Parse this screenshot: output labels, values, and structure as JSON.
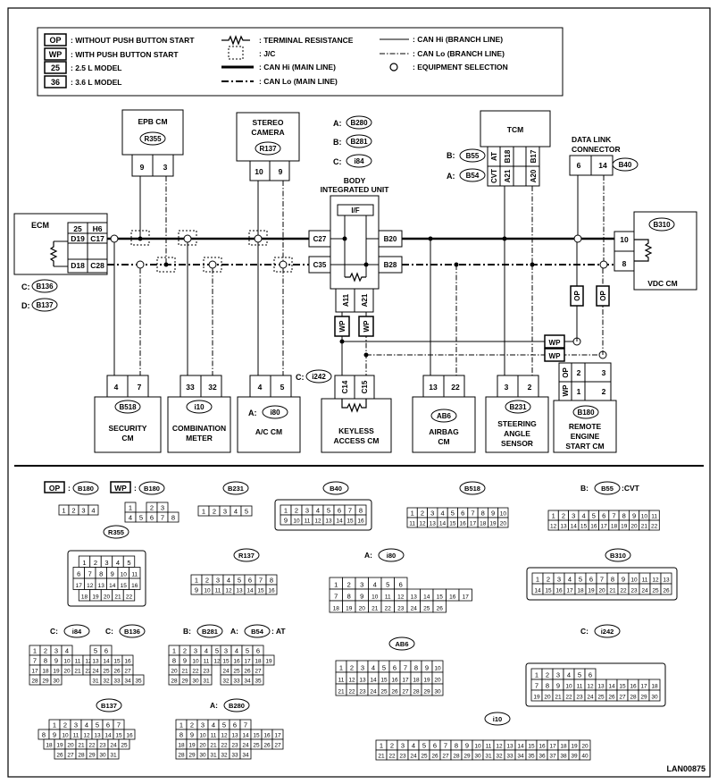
{
  "legend": {
    "op": {
      "tag": "OP",
      "text": ": WITHOUT PUSH BUTTON START"
    },
    "wp": {
      "tag": "WP",
      "text": ": WITH PUSH BUTTON START"
    },
    "l25": {
      "tag": "25",
      "text": ": 2.5 L MODEL"
    },
    "l36": {
      "tag": "36",
      "text": ": 3.6 L MODEL"
    },
    "terminal_resistance": ": TERMINAL RESISTANCE",
    "jc": ": J/C",
    "can_hi_main": ": CAN Hi (MAIN LINE)",
    "can_lo_main": ": CAN Lo (MAIN LINE)",
    "can_hi_branch": ": CAN Hi (BRANCH LINE)",
    "can_lo_branch": ": CAN Lo (BRANCH LINE)",
    "equipment_selection": ": EQUIPMENT SELECTION"
  },
  "units": {
    "ecm": {
      "name": "ECM",
      "conn_c": "B136",
      "conn_d": "B137",
      "pre_c": "C:",
      "pre_d": "D:",
      "t25": "25",
      "t36": "H6",
      "pins": [
        "D19",
        "C17",
        "D18",
        "C28"
      ]
    },
    "epb": {
      "name": "EPB CM",
      "conn": "R355",
      "pins": [
        "9",
        "3"
      ]
    },
    "stereo": {
      "name1": "STEREO",
      "name2": "CAMERA",
      "conn": "R137",
      "pins": [
        "10",
        "9"
      ]
    },
    "bcm": {
      "title1": "BODY",
      "title2": "INTEGRATED UNIT",
      "conns": [
        {
          "pre": "A:",
          "id": "B280"
        },
        {
          "pre": "B:",
          "id": "B281"
        },
        {
          "pre": "C:",
          "id": "i84"
        }
      ],
      "if_label": "I/F",
      "pins_left": [
        "C27",
        "C35"
      ],
      "pins_right": [
        "B20",
        "B28"
      ],
      "pins_bottom": [
        "A11",
        "A21"
      ]
    },
    "tcm": {
      "name": "TCM",
      "conn_b": "B55",
      "conn_a": "B54",
      "pre_b": "B:",
      "pre_a": "A:",
      "pins": [
        "AT",
        "CVT",
        "A21",
        "B18",
        "A20",
        "B17"
      ]
    },
    "dlc": {
      "name1": "DATA LINK",
      "name2": "CONNECTOR",
      "conn": "B40",
      "pins": [
        "6",
        "14"
      ]
    },
    "vdc": {
      "name": "VDC CM",
      "conn": "B310",
      "pins": [
        "10",
        "8"
      ]
    },
    "security": {
      "name1": "SECURITY",
      "name2": "CM",
      "conn": "B518",
      "pins": [
        "4",
        "7"
      ]
    },
    "combo": {
      "name1": "COMBINATION",
      "name2": "METER",
      "conn": "i10",
      "pins": [
        "33",
        "32"
      ]
    },
    "ac": {
      "name": "A/C CM",
      "pre": "A:",
      "conn": "i80",
      "pins": [
        "4",
        "5"
      ]
    },
    "keyless": {
      "name1": "KEYLESS",
      "name2": "ACCESS CM",
      "pre": "C:",
      "conn": "i242",
      "pins": [
        "C14",
        "C15"
      ]
    },
    "airbag": {
      "name1": "AIRBAG",
      "name2": "CM",
      "conn": "AB6",
      "pins": [
        "13",
        "22"
      ]
    },
    "steering": {
      "name1": "STEERING",
      "name2": "ANGLE",
      "name3": "SENSOR",
      "conn": "B231",
      "pins": [
        "3",
        "2"
      ]
    },
    "remote": {
      "name1": "REMOTE",
      "name2": "ENGINE",
      "name3": "START CM",
      "conn": "B180",
      "pins": [
        "OP",
        "WP",
        "2",
        "3",
        "1",
        "2"
      ]
    }
  },
  "tags": {
    "op": "OP",
    "wp": "WP"
  },
  "connectors": {
    "b180op": {
      "tag": "OP",
      "pre": ":",
      "id": "B180",
      "rows": [
        [
          "1",
          "2",
          "3",
          "4"
        ]
      ]
    },
    "b180wp": {
      "tag": "WP",
      "pre": ":",
      "id": "B180",
      "rows": [
        [
          "1",
          "",
          "2",
          "3"
        ],
        [
          "4",
          "5",
          "6",
          "7",
          "8"
        ]
      ]
    },
    "b231": {
      "id": "B231",
      "rows": [
        [
          "1",
          "2",
          "3",
          "4",
          "5"
        ]
      ]
    },
    "b40": {
      "id": "B40",
      "rows": [
        [
          "1",
          "2",
          "3",
          "4",
          "5",
          "6",
          "7",
          "8"
        ],
        [
          "9",
          "10",
          "11",
          "12",
          "13",
          "14",
          "15",
          "16"
        ]
      ]
    },
    "b518": {
      "id": "B518",
      "rows": [
        [
          "1",
          "2",
          "3",
          "4",
          "5",
          "6",
          "7",
          "8",
          "9",
          "10"
        ],
        [
          "11",
          "12",
          "13",
          "14",
          "15",
          "16",
          "17",
          "18",
          "19",
          "20"
        ]
      ]
    },
    "b55": {
      "pre": "B:",
      "id": "B55",
      "post": ":CVT",
      "rows": [
        [
          "1",
          "2",
          "3",
          "4",
          "5",
          "6",
          "7",
          "8",
          "9",
          "10",
          "11"
        ],
        [
          "12",
          "13",
          "14",
          "15",
          "16",
          "17",
          "18",
          "19",
          "20",
          "21",
          "22"
        ]
      ]
    },
    "r355": {
      "id": "R355",
      "rows": [
        [
          "1",
          "2",
          "3",
          "4",
          "5"
        ],
        [
          "6",
          "7",
          "8",
          "9",
          "10",
          "11"
        ],
        [
          "17",
          "12",
          "13",
          "14",
          "15",
          "16"
        ],
        [
          "18",
          "19",
          "20",
          "21",
          "22"
        ]
      ]
    },
    "r137": {
      "id": "R137",
      "rows": [
        [
          "1",
          "2",
          "3",
          "4",
          "5",
          "6",
          "7",
          "8"
        ],
        [
          "9",
          "10",
          "11",
          "12",
          "13",
          "14",
          "15",
          "16"
        ]
      ]
    },
    "i80": {
      "pre": "A:",
      "id": "i80",
      "rows": [
        [
          "1",
          "2",
          "3",
          "4",
          "5",
          "6"
        ],
        [
          "7",
          "8",
          "9",
          "10",
          "11",
          "12",
          "13",
          "14",
          "15",
          "16",
          "17"
        ],
        [
          "18",
          "19",
          "20",
          "21",
          "22",
          "23",
          "24",
          "25",
          "26"
        ]
      ]
    },
    "b310": {
      "id": "B310",
      "rows": [
        [
          "1",
          "2",
          "3",
          "4",
          "5",
          "6",
          "7",
          "8",
          "9",
          "10",
          "11",
          "12",
          "13"
        ],
        [
          "14",
          "15",
          "16",
          "17",
          "18",
          "19",
          "20",
          "21",
          "22",
          "23",
          "24",
          "25",
          "26"
        ]
      ]
    },
    "i84": {
      "pre": "C:",
      "id": "i84",
      "rows": [
        [
          "1",
          "2",
          "3",
          "4"
        ],
        [
          "7",
          "8",
          "9",
          "10",
          "11",
          "12"
        ],
        [
          "17",
          "18",
          "19",
          "20",
          "21",
          "22",
          "23"
        ],
        [
          "28",
          "29",
          "30"
        ]
      ]
    },
    "b136": {
      "pre": "C:",
      "id": "B136",
      "rows": [
        [
          "5",
          "6"
        ],
        [
          "13",
          "14",
          "15",
          "16"
        ],
        [
          "24",
          "25",
          "26",
          "27"
        ],
        [
          "31",
          "32",
          "33",
          "34",
          "35"
        ]
      ]
    },
    "b281": {
      "pre": "B:",
      "id": "B281",
      "rows": [
        [
          "1",
          "2",
          "3",
          "4",
          "5",
          "6",
          "7"
        ],
        [
          "8",
          "9",
          "10",
          "11",
          "12",
          "13",
          "14"
        ],
        [
          "20",
          "21",
          "22",
          "23"
        ],
        [
          "28",
          "29",
          "30",
          "31"
        ]
      ]
    },
    "b54": {
      "pre": "A:",
      "id": "B54",
      "post": ": AT",
      "rows": [
        [
          "3",
          "4",
          "5",
          "6"
        ],
        [
          "15",
          "16",
          "17",
          "18",
          "19"
        ],
        [
          "24",
          "25",
          "26",
          "27"
        ],
        [
          "32",
          "33",
          "34",
          "35"
        ]
      ]
    },
    "ab6": {
      "id": "AB6",
      "rows": [
        [
          "1",
          "2",
          "3",
          "4",
          "5",
          "6",
          "7",
          "8",
          "9",
          "10"
        ],
        [
          "11",
          "12",
          "13",
          "14",
          "15",
          "16",
          "17",
          "18",
          "19",
          "20"
        ],
        [
          "21",
          "22",
          "23",
          "24",
          "25",
          "26",
          "27",
          "28",
          "29",
          "30"
        ]
      ]
    },
    "i242": {
      "pre": "C:",
      "id": "i242",
      "rows": [
        [
          "1",
          "2",
          "3",
          "4",
          "5",
          "6"
        ],
        [
          "7",
          "8",
          "9",
          "10",
          "11",
          "12",
          "13",
          "14",
          "15",
          "16",
          "17",
          "18"
        ],
        [
          "19",
          "20",
          "21",
          "22",
          "23",
          "24",
          "25",
          "26",
          "27",
          "28",
          "29",
          "30"
        ]
      ]
    },
    "b137": {
      "id": "B137",
      "rows": [
        [
          "1",
          "2",
          "3",
          "4",
          "5",
          "6",
          "7"
        ],
        [
          "8",
          "9",
          "10",
          "11",
          "12",
          "13",
          "14",
          "15",
          "16"
        ],
        [
          "18",
          "19",
          "20",
          "21",
          "22",
          "23",
          "24",
          "25"
        ],
        [
          "26",
          "27",
          "28",
          "29",
          "30",
          "31"
        ]
      ]
    },
    "b280": {
      "pre": "A:",
      "id": "B280",
      "rows": [
        [
          "1",
          "2",
          "3",
          "4",
          "5",
          "6",
          "7"
        ],
        [
          "8",
          "9",
          "10",
          "11",
          "12",
          "13",
          "14",
          "15",
          "16",
          "17"
        ],
        [
          "18",
          "19",
          "20",
          "21",
          "22",
          "23",
          "24",
          "25",
          "26",
          "27"
        ],
        [
          "28",
          "29",
          "30",
          "31",
          "32",
          "33",
          "34"
        ]
      ]
    },
    "i10": {
      "id": "i10",
      "rows": [
        [
          "1",
          "2",
          "3",
          "4",
          "5",
          "6",
          "7",
          "8",
          "9",
          "10",
          "11",
          "12",
          "13",
          "14",
          "15",
          "16",
          "17",
          "18",
          "19",
          "20"
        ],
        [
          "21",
          "22",
          "23",
          "24",
          "25",
          "26",
          "27",
          "28",
          "29",
          "30",
          "31",
          "32",
          "33",
          "34",
          "35",
          "36",
          "37",
          "38",
          "39",
          "40"
        ]
      ]
    }
  },
  "doc_id": "LAN00875"
}
